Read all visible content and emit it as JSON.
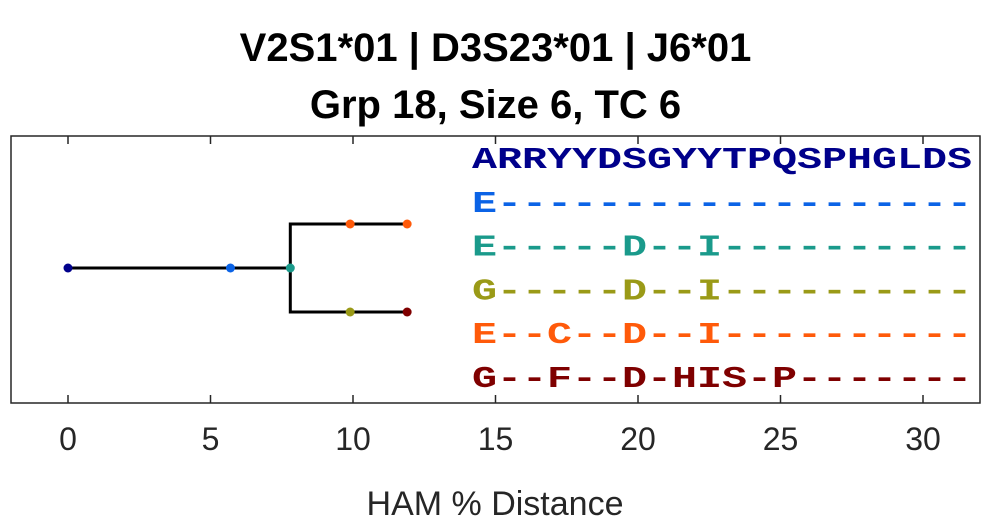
{
  "chart_data": {
    "type": "tree",
    "title": "V2S1*01 | D3S23*01 | J6*01",
    "subtitle": "Grp 18, Size 6, TC 6",
    "xlabel": "HAM % Distance",
    "xlim": [
      -2,
      32
    ],
    "xticks": [
      0,
      5,
      10,
      15,
      20,
      25,
      30
    ],
    "grid": false,
    "nodes": [
      {
        "id": "n0",
        "x": 0,
        "y": 0,
        "color": "#00008b"
      },
      {
        "id": "n1",
        "x": 5.7,
        "y": 0,
        "color": "#0b63e6"
      },
      {
        "id": "n2",
        "x": 7.8,
        "y": 0,
        "color": "#1a9a8b"
      },
      {
        "id": "n3",
        "x": 9.9,
        "y": 1,
        "color": "#ff5a0a"
      },
      {
        "id": "n4",
        "x": 11.9,
        "y": 1,
        "color": "#ff5a0a"
      },
      {
        "id": "n5",
        "x": 9.9,
        "y": -1,
        "color": "#9a9a17"
      },
      {
        "id": "n6",
        "x": 11.9,
        "y": -1,
        "color": "#7f0000"
      }
    ],
    "edges": [
      [
        "n0",
        "n1"
      ],
      [
        "n1",
        "n2"
      ],
      [
        "n2",
        "n3"
      ],
      [
        "n3",
        "n4"
      ],
      [
        "n2",
        "n5"
      ],
      [
        "n5",
        "n6"
      ]
    ],
    "sequences": [
      {
        "text": "ARRYYDSGYYTPQSPHGLDS",
        "color": "#00008b"
      },
      {
        "text": "E-------------------",
        "color": "#0b63e6"
      },
      {
        "text": "E-----D--I----------",
        "color": "#1a9a8b"
      },
      {
        "text": "G-----D--I----------",
        "color": "#9a9a17"
      },
      {
        "text": "E--C--D--I----------",
        "color": "#ff5a0a"
      },
      {
        "text": "G--F--D-HIS-P-------",
        "color": "#7f0000"
      }
    ]
  }
}
